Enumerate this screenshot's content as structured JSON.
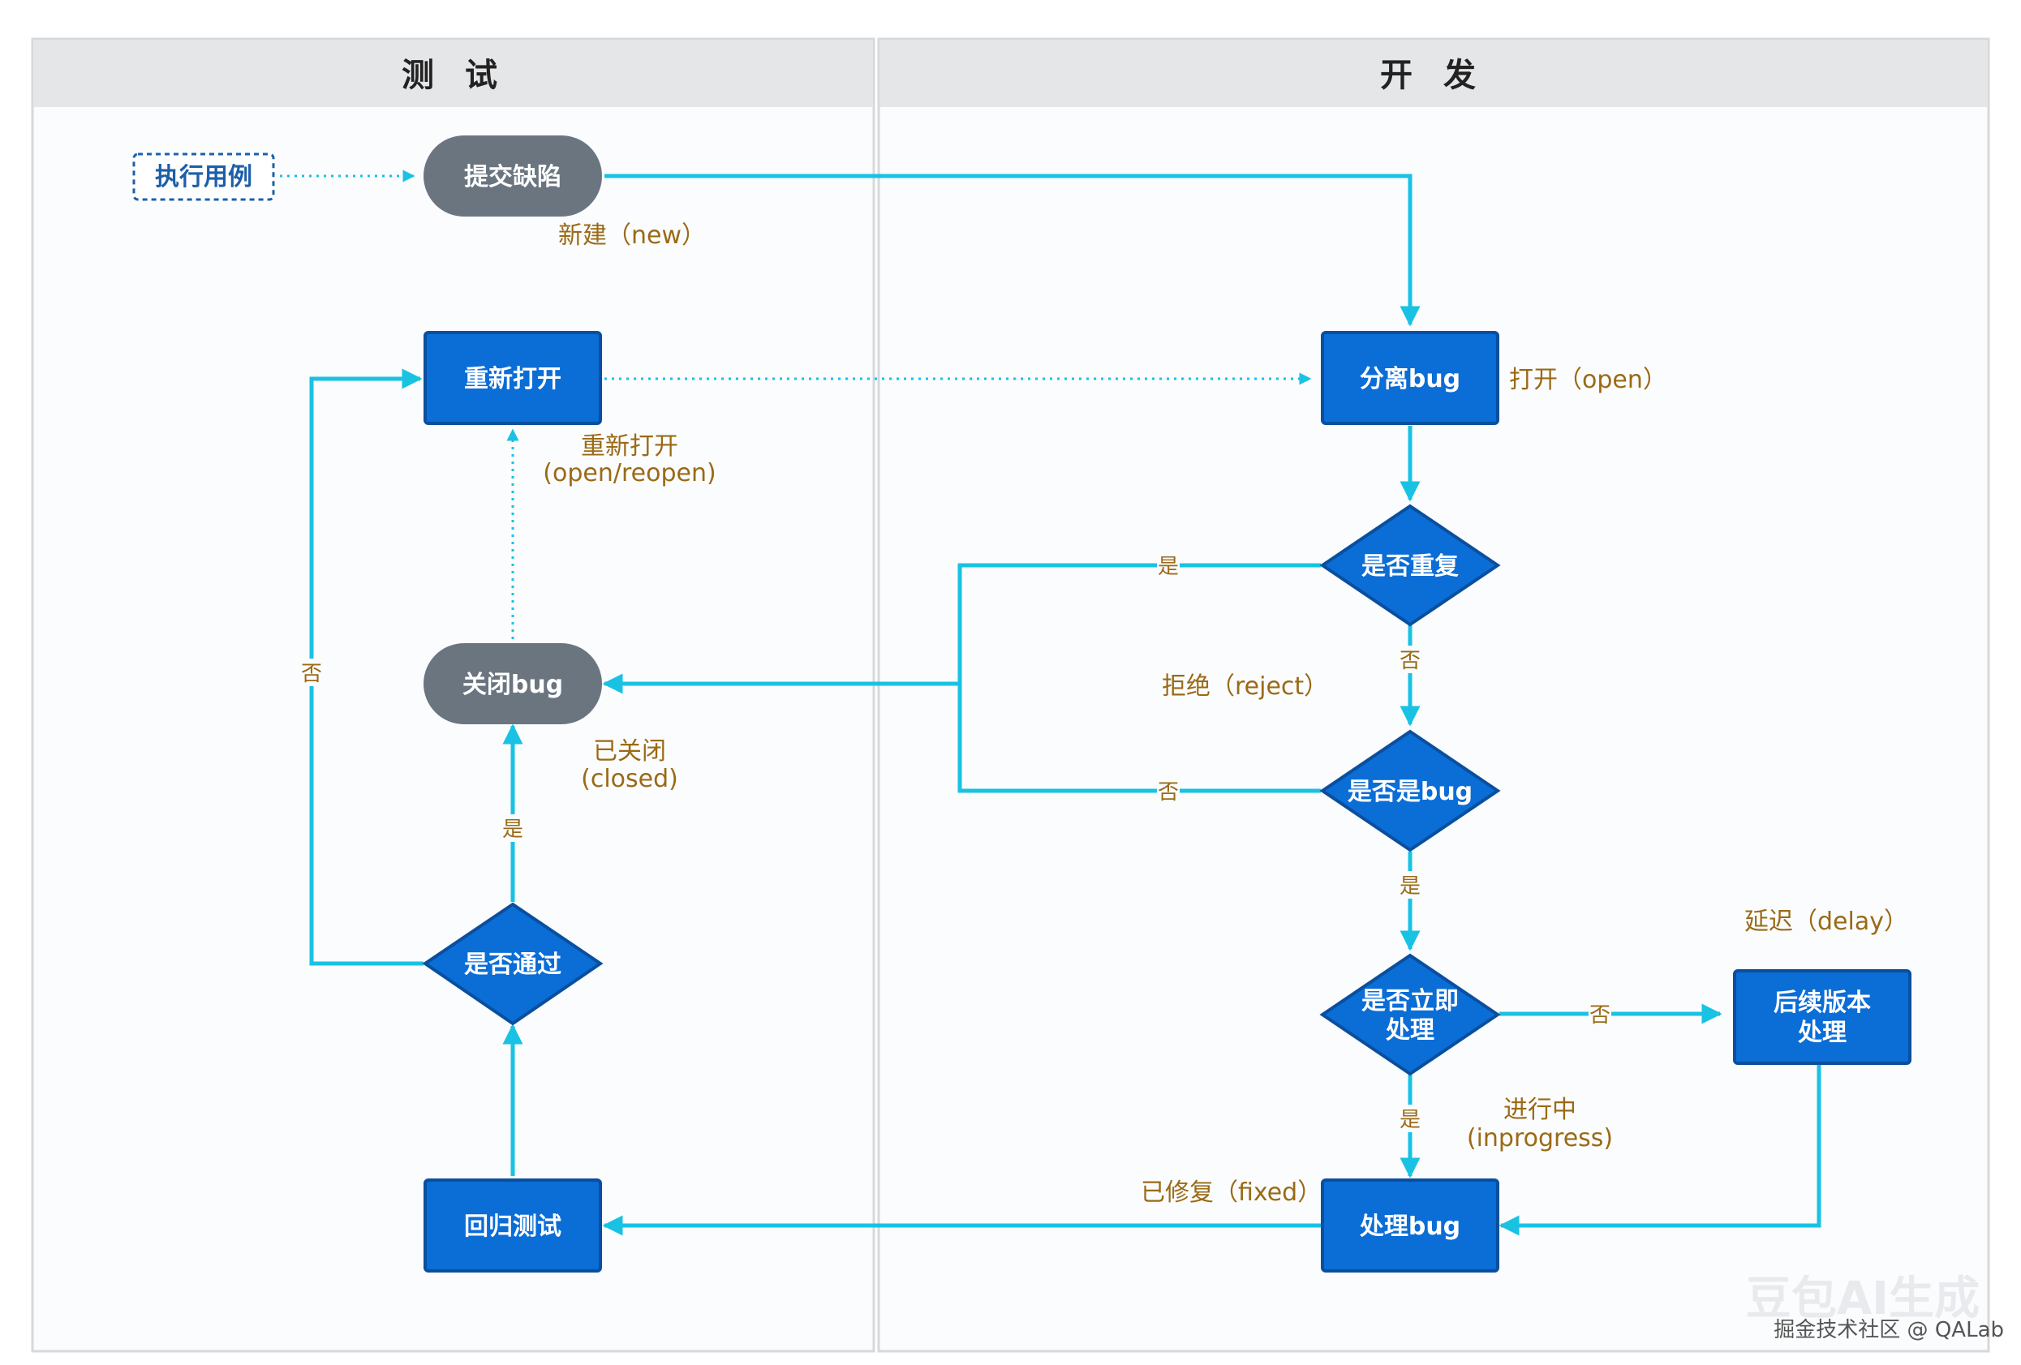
{
  "lanes": {
    "test": "测 试",
    "dev": "开 发"
  },
  "nodes": {
    "run_case": "执行用例",
    "submit_defect": "提交缺陷",
    "reopen": "重新打开",
    "close_bug": "关闭bug",
    "pass_check": "是否通过",
    "regression": "回归测试",
    "assign_bug": "分离bug",
    "dup_check": "是否重复",
    "isbug_check": "是否是bug",
    "immediate_line1": "是否立即",
    "immediate_line2": "处理",
    "later_line1": "后续版本",
    "later_line2": "处理",
    "handle_bug": "处理bug"
  },
  "labels": {
    "new": "新建（new）",
    "open": "打开（open）",
    "reopen_line1": "重新打开",
    "reopen_line2": "(open/reopen)",
    "closed_line1": "已关闭",
    "closed_line2": "(closed)",
    "reject": "拒绝（reject）",
    "delay": "延迟（delay）",
    "inprogress_line1": "进行中",
    "inprogress_line2": "(inprogress)",
    "fixed": "已修复（fixed）",
    "yes_dup": "是",
    "no_dup": "否",
    "no_isbug": "否",
    "yes_isbug": "是",
    "no_immediate": "否",
    "yes_immediate": "是",
    "yes_pass": "是",
    "no_pass": "否"
  },
  "watermark": {
    "brand": "豆包AI生成",
    "credit": "掘金技术社区 @ QALab"
  },
  "colors": {
    "flow": "#19c2e3",
    "node_blue": "#0b6dd6",
    "node_gray": "#6b7580",
    "label": "#9a6a16"
  }
}
